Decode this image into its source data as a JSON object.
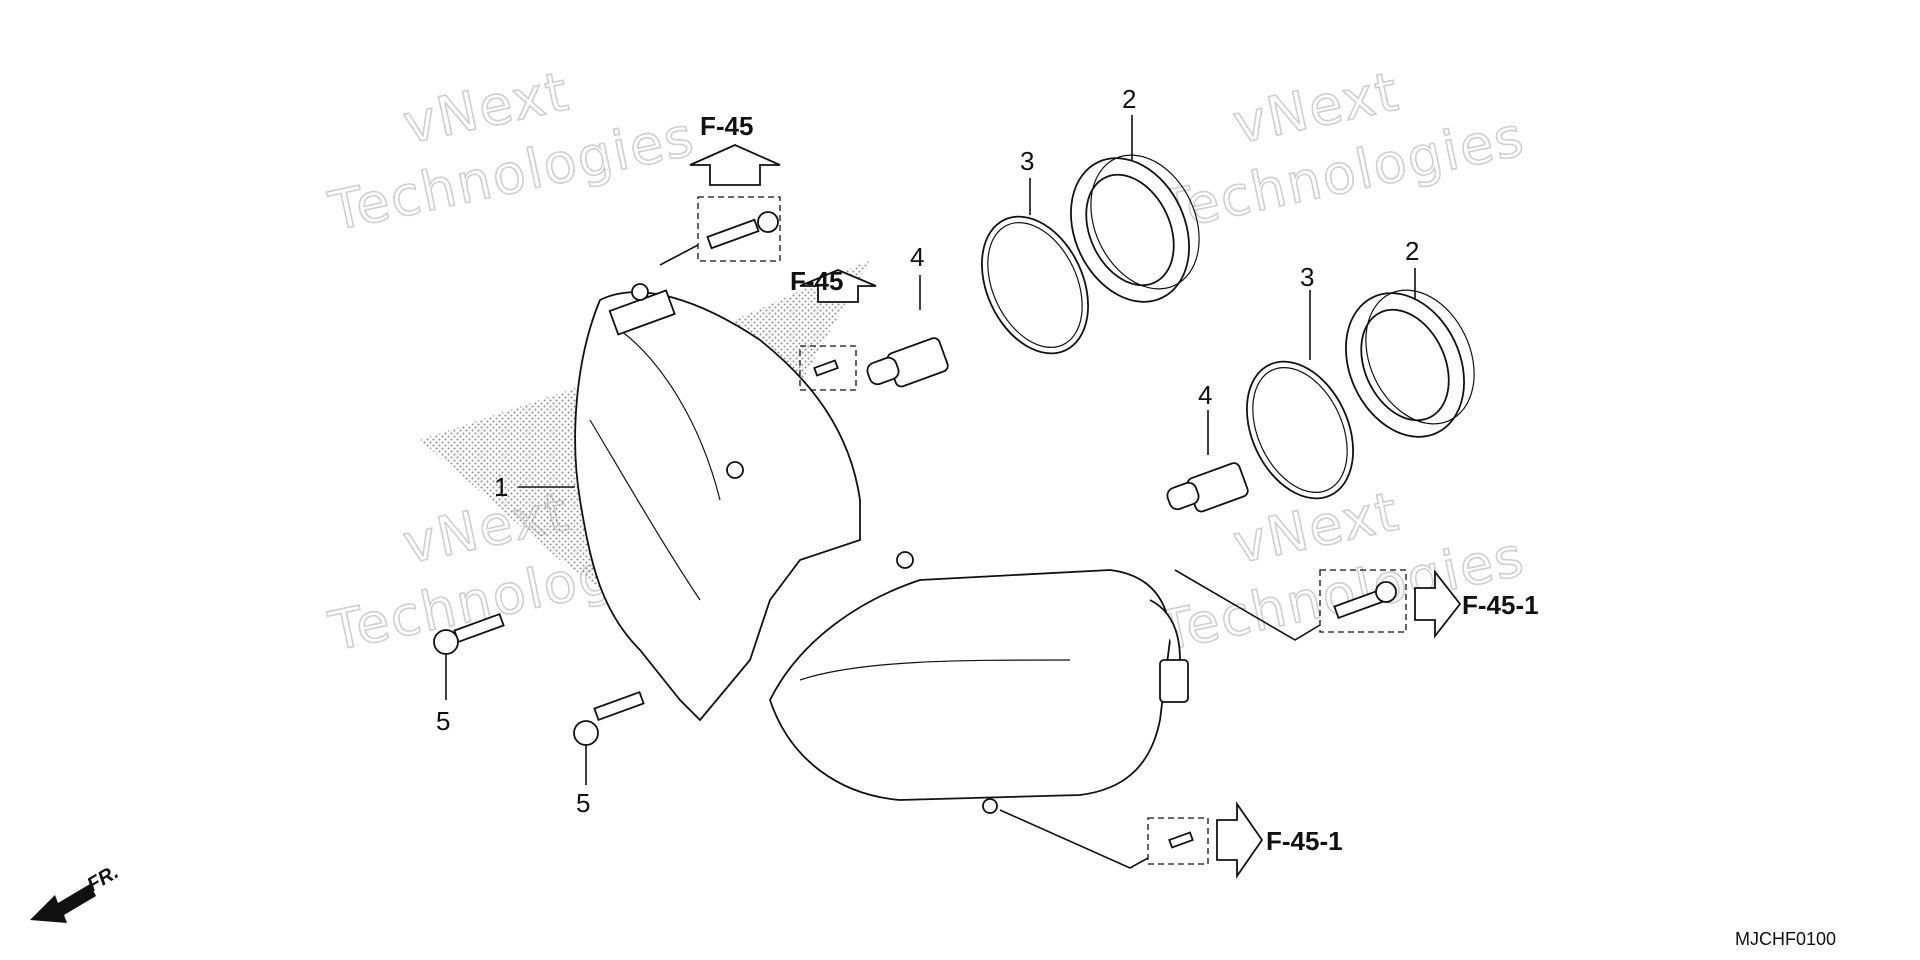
{
  "watermark": {
    "line1": "vNext",
    "line2": "Technologies"
  },
  "callouts": {
    "c1": "1",
    "c2a": "2",
    "c2b": "2",
    "c3a": "3",
    "c3b": "3",
    "c4a": "4",
    "c4b": "4",
    "c5a": "5",
    "c5b": "5"
  },
  "refs": {
    "f45_top": "F-45",
    "f45_mid": "F-45",
    "f451_right": "F-45-1",
    "f451_bottom": "F-45-1"
  },
  "front_indicator": "FR.",
  "diagram_code": "MJCHF0100"
}
